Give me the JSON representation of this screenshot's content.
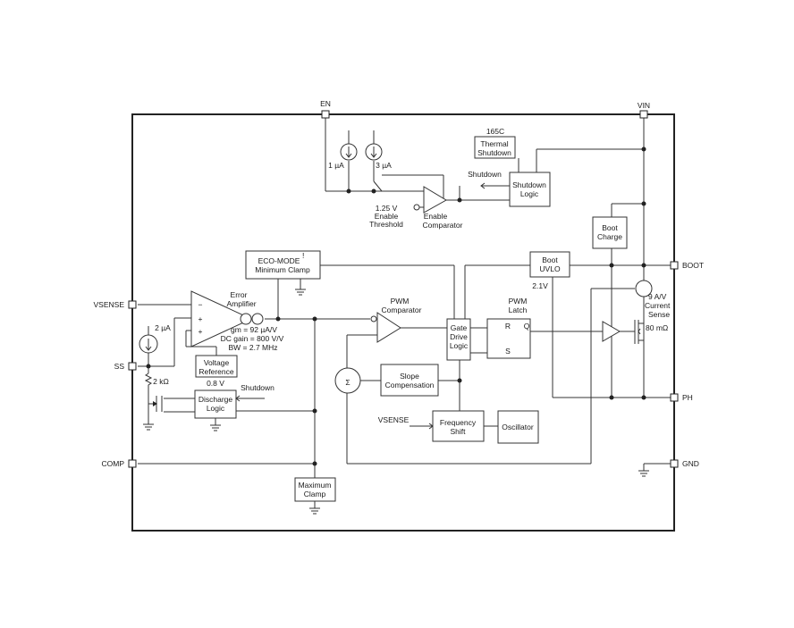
{
  "pins": {
    "en": "EN",
    "vin": "VIN",
    "vsense": "VSENSE",
    "ss": "SS",
    "comp": "COMP",
    "boot": "BOOT",
    "ph": "PH",
    "gnd": "GND"
  },
  "blocks": {
    "thermal": {
      "temp": "165C",
      "l1": "Thermal",
      "l2": "Shutdown"
    },
    "shutdown_logic": {
      "l1": "Shutdown",
      "l2": "Logic"
    },
    "shutdown_arrow": "Shutdown",
    "enable_comp": {
      "l1": "Enable",
      "l2": "Comparator"
    },
    "enable_threshold": {
      "v": "1.25 V",
      "l1": "Enable",
      "l2": "Threshold"
    },
    "current_1": "1 µA",
    "current_3": "3 µA",
    "eco_mode": {
      "l1": "ECO-MODE",
      "mark": "!",
      "l2": "Minimum Clamp"
    },
    "error_amp": {
      "l1": "Error",
      "l2": "Amplifier",
      "minus": "−",
      "plus1": "+",
      "plus2": "+"
    },
    "amp_specs": {
      "gm": "gm = 92 µA/V",
      "dc": "DC gain = 800 V/V",
      "bw": "BW = 2.7 MHz"
    },
    "ss_current": "2 µA",
    "vref": {
      "l1": "Voltage",
      "l2": "Reference",
      "v": "0.8 V"
    },
    "resistor": "2 kΩ",
    "discharge": {
      "l1": "Discharge",
      "l2": "Logic",
      "shutdown": "Shutdown"
    },
    "pwm_comp": {
      "l1": "PWM",
      "l2": "Comparator"
    },
    "gate_drive": {
      "l1": "Gate",
      "l2": "Drive",
      "l3": "Logic"
    },
    "pwm_latch": {
      "l1": "PWM",
      "l2": "Latch",
      "r": "R",
      "q": "Q",
      "s": "S"
    },
    "boot_uvlo": {
      "l1": "Boot",
      "l2": "UVLO",
      "v": "2.1V"
    },
    "boot_charge": {
      "l1": "Boot",
      "l2": "Charge"
    },
    "current_sense": {
      "l1": "9 A/V",
      "l2": "Current",
      "l3": "Sense"
    },
    "rdson": "80 mΩ",
    "sigma": "Σ",
    "slope": {
      "l1": "Slope",
      "l2": "Compensation"
    },
    "freq_vsense": "VSENSE",
    "freq_shift": {
      "l1": "Frequency",
      "l2": "Shift"
    },
    "oscillator": "Oscillator",
    "max_clamp": {
      "l1": "Maximum",
      "l2": "Clamp"
    }
  }
}
